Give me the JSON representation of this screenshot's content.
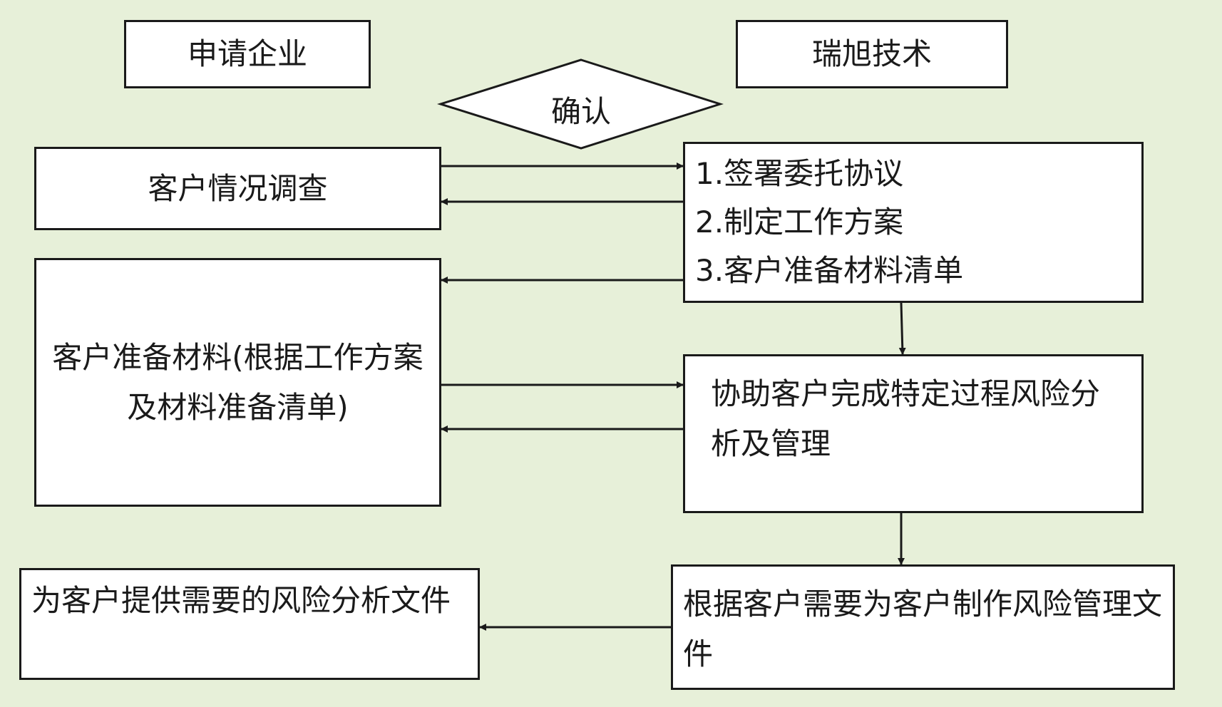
{
  "diagram": {
    "header_left": "申请企业",
    "header_right": "瑞旭技术",
    "decision": "确认",
    "customer_survey": "客户情况调查",
    "steps": [
      "1.签署委托协议",
      "2.制定工作方案",
      "3.客户准备材料清单"
    ],
    "customer_prepare": "客户准备材料(根据工作方案及材料准备清单)",
    "assist_analysis": "协助客户完成特定过程风险分析及管理",
    "make_documents": "根据客户需要为客户制作风险管理文件",
    "provide_documents": "为客户提供需要的风险分析文件"
  },
  "colors": {
    "background": "#e7f0d9",
    "box": "#ffffff",
    "line": "#1a1a1a"
  }
}
